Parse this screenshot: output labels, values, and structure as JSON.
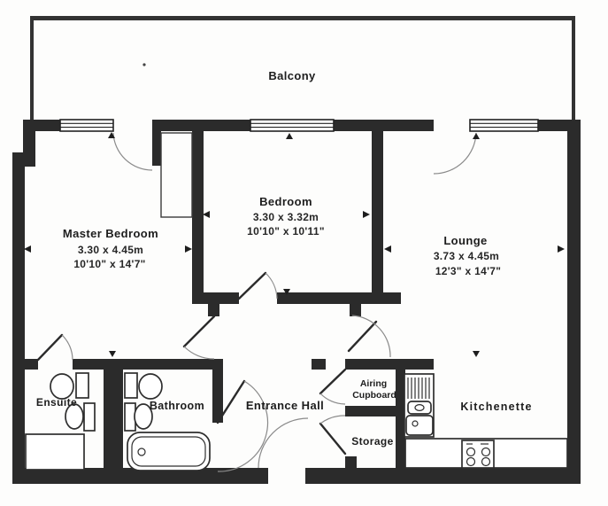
{
  "plan": {
    "type": "apartment-floorplan",
    "wall_color": "#2b2b2b",
    "background": "#fdfdfc",
    "text_color": "#1d1d1d",
    "rooms": {
      "balcony": {
        "label": "Balcony"
      },
      "master_bedroom": {
        "label": "Master Bedroom",
        "dimensions_m": "3.30 x 4.45m",
        "dimensions_ft": "10'10\" x 14'7\""
      },
      "bedroom": {
        "label": "Bedroom",
        "dimensions_m": "3.30 x 3.32m",
        "dimensions_ft": "10'10\" x 10'11\""
      },
      "lounge": {
        "label": "Lounge",
        "dimensions_m": "3.73 x 4.45m",
        "dimensions_ft": "12'3\" x 14'7\""
      },
      "ensuite": {
        "label": "Ensuite"
      },
      "bathroom": {
        "label": "Bathroom"
      },
      "entrance_hall": {
        "label": "Entrance Hall"
      },
      "airing_cupboard": {
        "label_line1": "Airing",
        "label_line2": "Cupboard"
      },
      "storage": {
        "label": "Storage"
      },
      "kitchenette": {
        "label": "Kitchenette"
      }
    },
    "fixtures": {
      "ensuite": [
        "toilet",
        "washbasin",
        "shower-tray"
      ],
      "bathroom": [
        "toilet",
        "washbasin",
        "bathtub"
      ],
      "kitchenette": [
        "sink-drainer-unit",
        "worktop",
        "cooker-hob"
      ],
      "master_bedroom": [
        "wardrobe"
      ]
    },
    "windows_count": 3,
    "door_swings_count": 10
  }
}
